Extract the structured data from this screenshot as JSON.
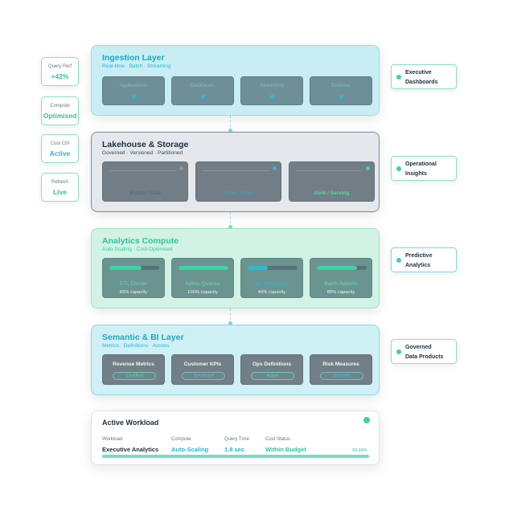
{
  "metrics": [
    {
      "label": "Query Perf",
      "value": "+42%"
    },
    {
      "label": "Compute",
      "value": "Optimised"
    },
    {
      "label": "Cost Ctrl",
      "value": "Active"
    },
    {
      "label": "Refresh",
      "value": "Live"
    }
  ],
  "outputs": [
    {
      "label_line1": "Executive",
      "label_line2": "Dashboards"
    },
    {
      "label_line1": "Operational",
      "label_line2": "Insights"
    },
    {
      "label_line1": "Predictive",
      "label_line2": "Analytics"
    },
    {
      "label_line1": "Governed",
      "label_line2": "Data Products"
    }
  ],
  "layers": {
    "ingestion": {
      "title": "Ingestion Layer",
      "subtitle": "Real-time · Batch · Streaming",
      "tiles": [
        "Applications",
        "Databases",
        "Streaming",
        "External"
      ]
    },
    "lakehouse": {
      "title": "Lakehouse & Storage",
      "subtitle": "Governed · Versioned · Partitioned",
      "tiles": [
        "Bronze / Raw",
        "Silver / Clean",
        "Gold / Serving"
      ]
    },
    "analytics": {
      "title": "Analytics Compute",
      "subtitle": "Auto-Scaling · Cost-Optimised",
      "tiles": [
        {
          "name": "ETL Cluster",
          "capacity_label": "65% capacity",
          "capacity": 0.65
        },
        {
          "name": "Adhoc Queries",
          "capacity_label": "100% capacity",
          "capacity": 1.0
        },
        {
          "name": "ML Workloads",
          "capacity_label": "40% capacity",
          "capacity": 0.4
        },
        {
          "name": "Batch Reports",
          "capacity_label": "80% capacity",
          "capacity": 0.8
        }
      ]
    },
    "semantic": {
      "title": "Semantic & BI Layer",
      "subtitle": "Metrics · Definitions · Access",
      "tiles": [
        {
          "name": "Revenue Metrics",
          "status": "Certified"
        },
        {
          "name": "Customer KPIs",
          "status": "Governed"
        },
        {
          "name": "Ops Definitions",
          "status": "Active"
        },
        {
          "name": "Risk Measures",
          "status": "Secured"
        }
      ]
    }
  },
  "workload": {
    "title": "Active Workload",
    "columns": [
      {
        "header": "Workload",
        "value": "Executive Analytics"
      },
      {
        "header": "Compute",
        "value": "Auto-Scaling"
      },
      {
        "header": "Query Time",
        "value": "1.8 sec"
      },
      {
        "header": "Cost Status",
        "value": "Within Budget"
      }
    ],
    "uptime": "99.99%",
    "uptime_fraction": 0.9999
  },
  "colors": {
    "green": "#2fc596",
    "teal": "#1ba9c4",
    "dark": "#1f2d3d"
  }
}
